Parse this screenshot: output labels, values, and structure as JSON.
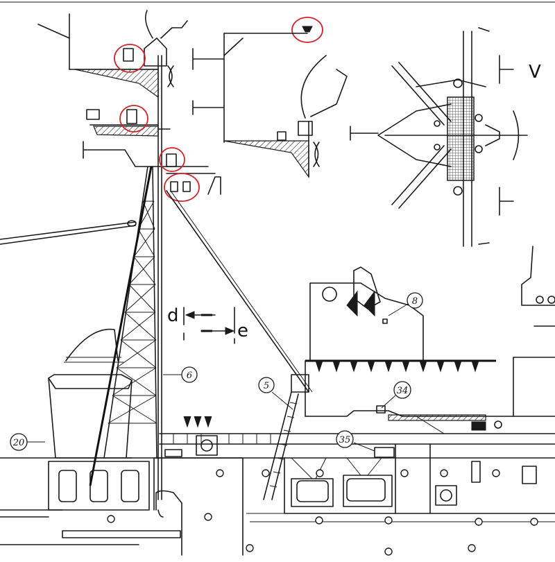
{
  "callouts": [
    {
      "id": "c6",
      "label": "6"
    },
    {
      "id": "c8",
      "label": "8"
    },
    {
      "id": "c5",
      "label": "5"
    },
    {
      "id": "c34",
      "label": "34"
    },
    {
      "id": "c35",
      "label": "35"
    },
    {
      "id": "c20",
      "label": "20"
    }
  ],
  "section_markers": {
    "left": "d",
    "right": "e"
  },
  "partial_letter": "V",
  "colors": {
    "ink": "#1a1a1a",
    "highlight": "#d2232a",
    "paper": "#ffffff"
  }
}
